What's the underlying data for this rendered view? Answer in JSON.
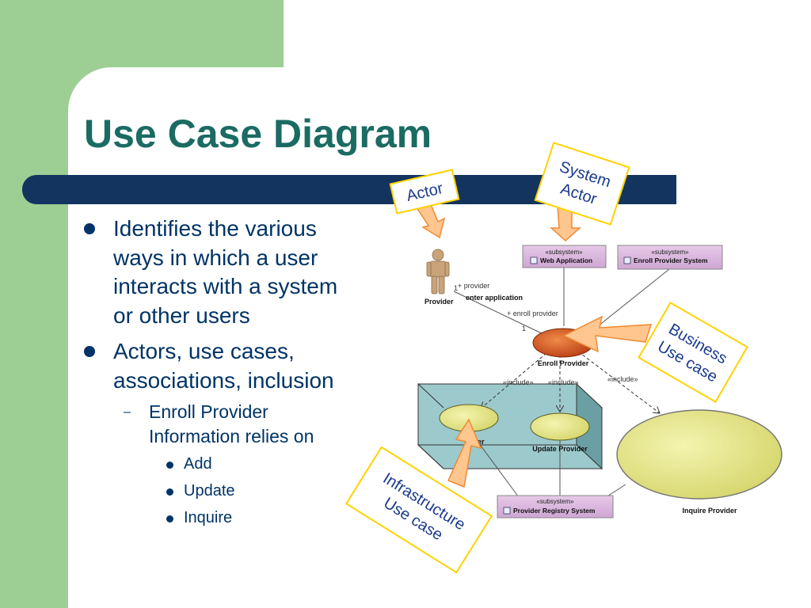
{
  "slide": {
    "title": "Use Case Diagram",
    "bullets": [
      {
        "lines": [
          "Identifies the various",
          "ways in which a user",
          "interacts with a system",
          "or other users"
        ]
      },
      {
        "lines": [
          "Actors, use cases,",
          "associations, inclusion"
        ]
      }
    ],
    "sub_bullet": {
      "lines": [
        "Enroll Provider",
        "Information relies on"
      ]
    },
    "sub_sub_bullets": [
      "Add",
      "Update",
      "Inquire"
    ]
  },
  "diagram": {
    "actor_label": "Provider",
    "assoc_role": "+ provider",
    "assoc_mult_left": "1",
    "assoc_name": "enter application",
    "assoc_role_right": "+ enroll provider",
    "assoc_mult_right": "1",
    "stereotype_subsystem": "«subsystem»",
    "stereotype_include": "«include»",
    "subsystems": {
      "web_application": "Web Application",
      "enroll_provider_system": "Enroll Provider System",
      "provider_registry_system": "Provider Registry System"
    },
    "use_cases": {
      "enroll": "Enroll Provider",
      "add_partial": "ider",
      "update": "Update Provider",
      "inquire": "Inquire Provider"
    }
  },
  "callouts": {
    "actor": "Actor",
    "system_actor": [
      "System",
      "Actor"
    ],
    "business_use_case": [
      "Business",
      "Use case"
    ],
    "infrastructure_use_case": [
      "Infrastructure",
      "Use case"
    ]
  },
  "colors": {
    "title": "#1b6b63",
    "bar": "#12345f",
    "background_green": "#9dcf95",
    "text": "#003366",
    "callout_border": "#ffd200",
    "callout_text": "#1a3a8c",
    "arrow_fill": "#ffc68f",
    "subsystem_fill": "#d9b7dd",
    "infrastructure_box": "#9cc9cc"
  }
}
